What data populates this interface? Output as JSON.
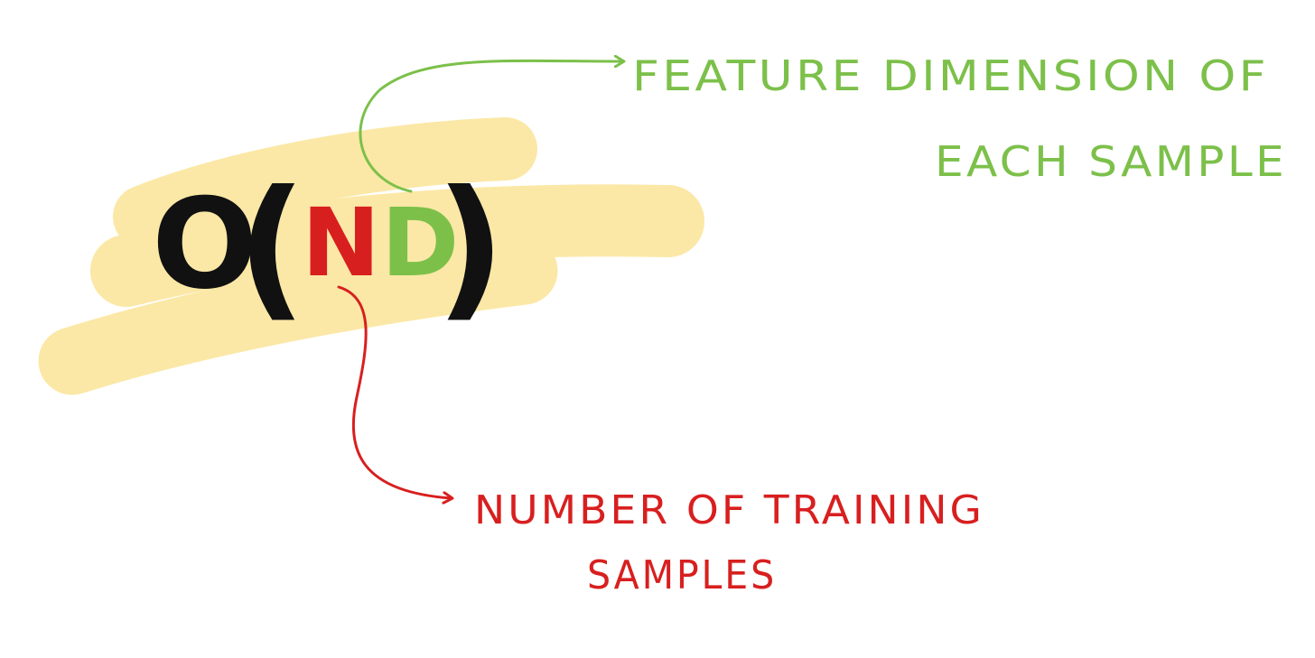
{
  "expression": {
    "big_o": "O",
    "open_paren": "(",
    "n_term": "N",
    "d_term": "D",
    "close_paren": ")"
  },
  "annotations": {
    "d_label_line1": "FEATURE DIMENSION OF",
    "d_label_line2": "EACH SAMPLE",
    "n_label_line1": "NUMBER OF TRAINING",
    "n_label_line2": "SAMPLES"
  },
  "colors": {
    "highlight": "#fbe8a6",
    "ink": "#111111",
    "n_color": "#d81f1f",
    "d_color": "#7cc04a"
  }
}
